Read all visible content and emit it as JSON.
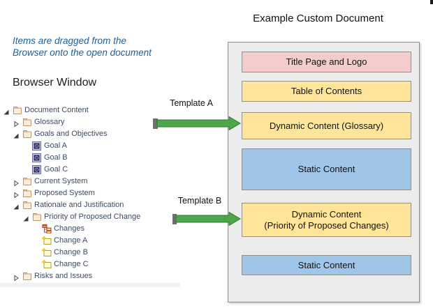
{
  "annotation": {
    "line1": "Items are dragged from the",
    "line2": "Browser onto the open document"
  },
  "browser_window": {
    "label": "Browser Window"
  },
  "document": {
    "title": "Example Custom Document",
    "boxes": [
      {
        "label": "Title Page and Logo",
        "type": "title-page",
        "color": "#f4cccc",
        "border": "#8f8f8f"
      },
      {
        "label": "Table of Contents",
        "type": "toc",
        "color": "#ffe599",
        "border": "#8f8f8f"
      },
      {
        "label": "Dynamic Content (Glossary)",
        "type": "dynamic",
        "color": "#ffe599",
        "border": "#8f8f8f"
      },
      {
        "label": "Static Content",
        "type": "static",
        "color": "#9fc5e8",
        "border": "#8f8f8f"
      },
      {
        "label": "Dynamic Content\n(Priority of Proposed Changes)",
        "type": "dynamic",
        "color": "#ffe599",
        "border": "#8f8f8f"
      },
      {
        "label": "Static Content",
        "type": "static",
        "color": "#9fc5e8",
        "border": "#8f8f8f"
      }
    ]
  },
  "arrows": [
    {
      "label": "Template A",
      "color": "#4da64b",
      "tail_color": "#6f6f6f"
    },
    {
      "label": "Template B",
      "color": "#4da64b",
      "tail_color": "#6f6f6f"
    }
  ],
  "tree": {
    "items": [
      {
        "label": "Document Content",
        "level": 1,
        "state": "expanded",
        "icon": "folder-icon"
      },
      {
        "label": "Glossary",
        "level": 2,
        "state": "collapsed",
        "icon": "folder-icon"
      },
      {
        "label": "Goals and Objectives",
        "level": 2,
        "state": "expanded",
        "icon": "folder-icon"
      },
      {
        "label": "Goal A",
        "level": 3,
        "state": "leaf",
        "icon": "goal-icon"
      },
      {
        "label": "Goal B",
        "level": 3,
        "state": "leaf",
        "icon": "goal-icon"
      },
      {
        "label": "Goal C",
        "level": 3,
        "state": "leaf",
        "icon": "goal-icon"
      },
      {
        "label": "Current System",
        "level": 2,
        "state": "collapsed",
        "icon": "folder-icon"
      },
      {
        "label": "Proposed System",
        "level": 2,
        "state": "collapsed",
        "icon": "folder-icon"
      },
      {
        "label": "Rationale and Justification",
        "level": 2,
        "state": "expanded",
        "icon": "folder-icon"
      },
      {
        "label": "Priority of Proposed Change",
        "level": 3,
        "state": "expanded",
        "icon": "folder-icon"
      },
      {
        "label": "Changes",
        "level": 4,
        "state": "leaf",
        "icon": "diagram-icon"
      },
      {
        "label": "Change A",
        "level": 4,
        "state": "leaf",
        "icon": "change-element-icon"
      },
      {
        "label": "Change B",
        "level": 4,
        "state": "leaf",
        "icon": "change-element-icon"
      },
      {
        "label": "Change C",
        "level": 4,
        "state": "leaf",
        "icon": "change-element-icon"
      }
    ],
    "last_item": {
      "label": "Risks and Issues",
      "level": 2,
      "state": "collapsed",
      "icon": "folder-icon"
    }
  },
  "colors": {
    "annotation_text": "#1e5f96",
    "tree_text": "#3d4b63",
    "container_fill": "#ececec",
    "arrow_green": "#4da64b",
    "pink": "#f4cccc",
    "yellow": "#ffe599",
    "blue": "#9fc5e8"
  }
}
